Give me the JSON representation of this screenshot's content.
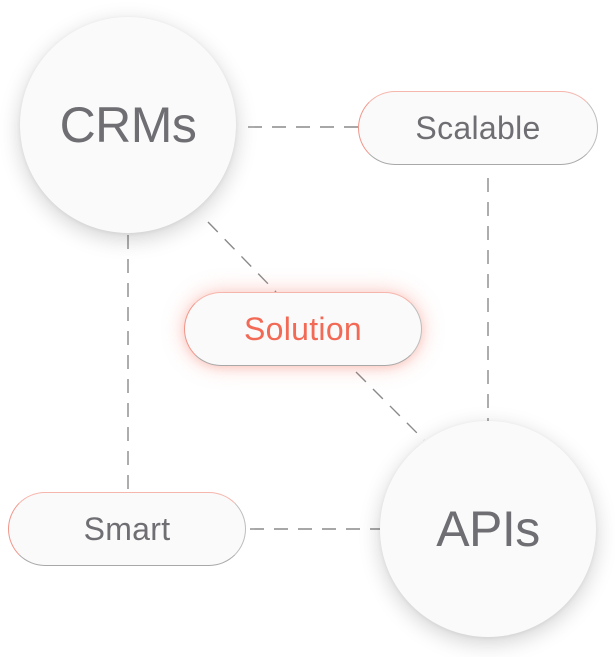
{
  "diagram": {
    "nodes": {
      "crms": {
        "label": "CRMs",
        "shape": "circle"
      },
      "apis": {
        "label": "APIs",
        "shape": "circle"
      },
      "scalable": {
        "label": "Scalable",
        "shape": "pill"
      },
      "smart": {
        "label": "Smart",
        "shape": "pill"
      },
      "solution": {
        "label": "Solution",
        "shape": "pill",
        "highlighted": true
      }
    },
    "edges": [
      {
        "from": "crms",
        "to": "scalable",
        "style": "dashed"
      },
      {
        "from": "crms",
        "to": "smart",
        "style": "dashed"
      },
      {
        "from": "crms",
        "to": "solution",
        "style": "dashed"
      },
      {
        "from": "solution",
        "to": "apis",
        "style": "dashed"
      },
      {
        "from": "scalable",
        "to": "apis",
        "style": "dashed"
      },
      {
        "from": "smart",
        "to": "apis",
        "style": "dashed"
      }
    ],
    "colors": {
      "text": "#6e6e73",
      "accent": "#f26a55",
      "connector": "#8a8a8a"
    }
  }
}
